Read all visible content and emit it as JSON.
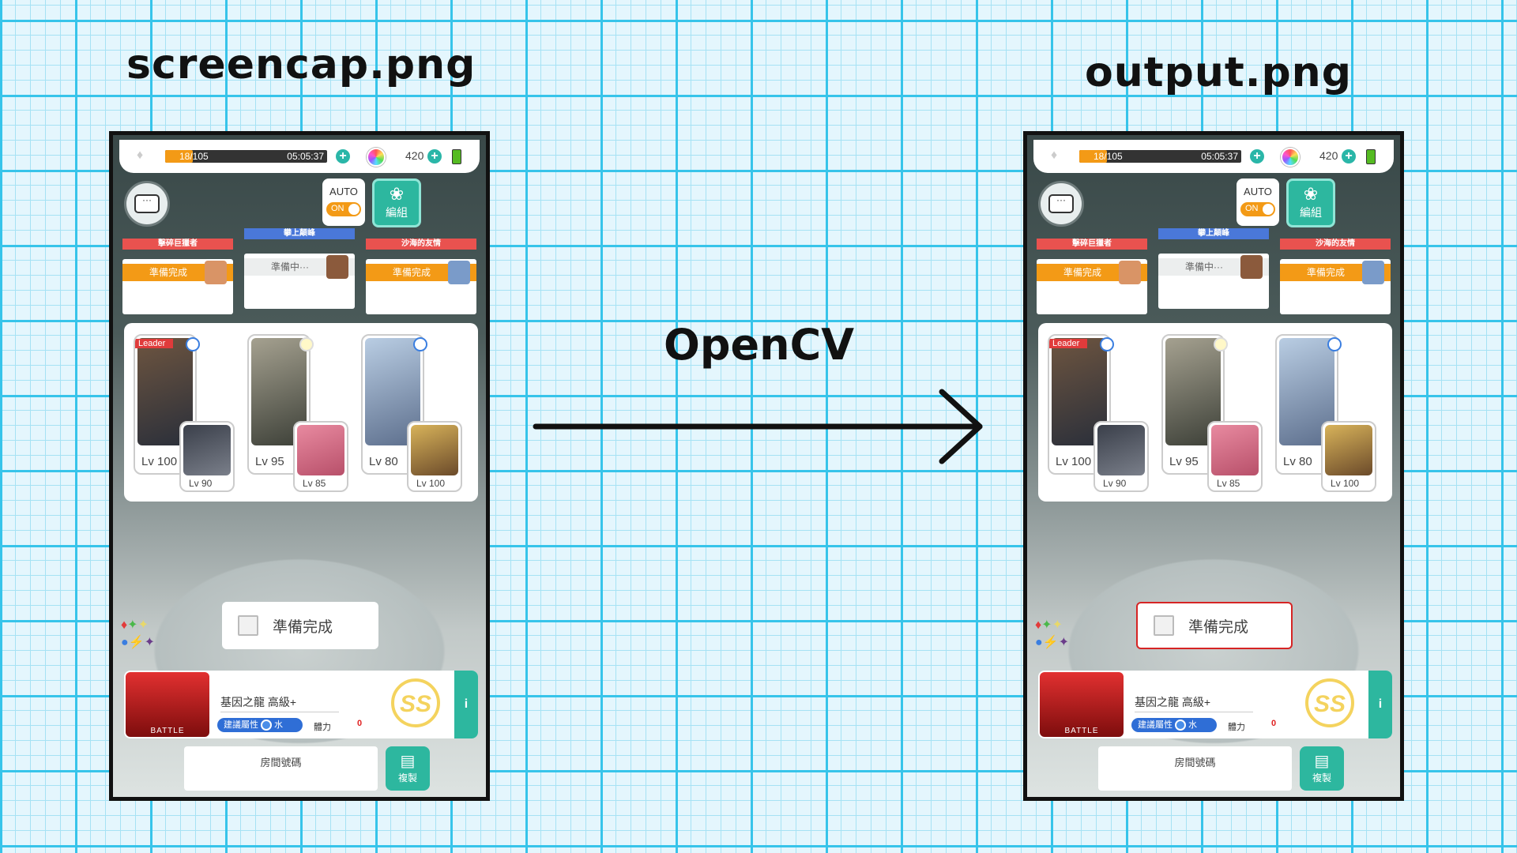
{
  "labels": {
    "left": "screencap.png",
    "right": "output.png",
    "arrow": "OpenCV"
  },
  "hud": {
    "stamina_text": "18/105",
    "stamina_fraction": 0.17,
    "timer": "05:05:37",
    "gems": "420"
  },
  "buttons": {
    "auto": "AUTO",
    "auto_toggle": "ON",
    "team": "編組",
    "copy": "複製"
  },
  "players": [
    {
      "banner": "擊碎巨獵者",
      "status": "準備完成",
      "ready": true
    },
    {
      "banner": "攀上顛峰",
      "status": "準備中···",
      "ready": false
    },
    {
      "banner": "沙海的友情",
      "status": "準備完成",
      "ready": true
    }
  ],
  "party": [
    {
      "main_lv": "Lv 100",
      "sub_lv": "Lv 90",
      "leader": "Leader",
      "main_color": "#6e5540",
      "sub_color": "#3a3f4a"
    },
    {
      "main_lv": "Lv 95",
      "sub_lv": "Lv 85",
      "leader": "",
      "main_color": "#a5a190",
      "sub_color": "#e88aa0"
    },
    {
      "main_lv": "Lv 80",
      "sub_lv": "Lv 100",
      "leader": "",
      "main_color": "#b9cde3",
      "sub_color": "#d8b35a"
    }
  ],
  "ready_button": "準備完成",
  "quest": {
    "name": "基因之龍 高級+",
    "battle": "BATTLE",
    "attr_label": "建議屬性",
    "attr_value": "水",
    "stamina_label": "體力",
    "stamina_value": "0",
    "rank": "SS",
    "info": "i"
  },
  "room": {
    "label": "房間號碼"
  },
  "colors": {
    "accent": "#2db79f",
    "orange": "#f39a16",
    "highlight": "#d62424"
  },
  "icons": [
    "bell-icon",
    "gem-icon",
    "battery-icon",
    "chat-icon",
    "team-icon",
    "element-icons",
    "info-icon",
    "clipboard-icon",
    "arrow-icon"
  ]
}
